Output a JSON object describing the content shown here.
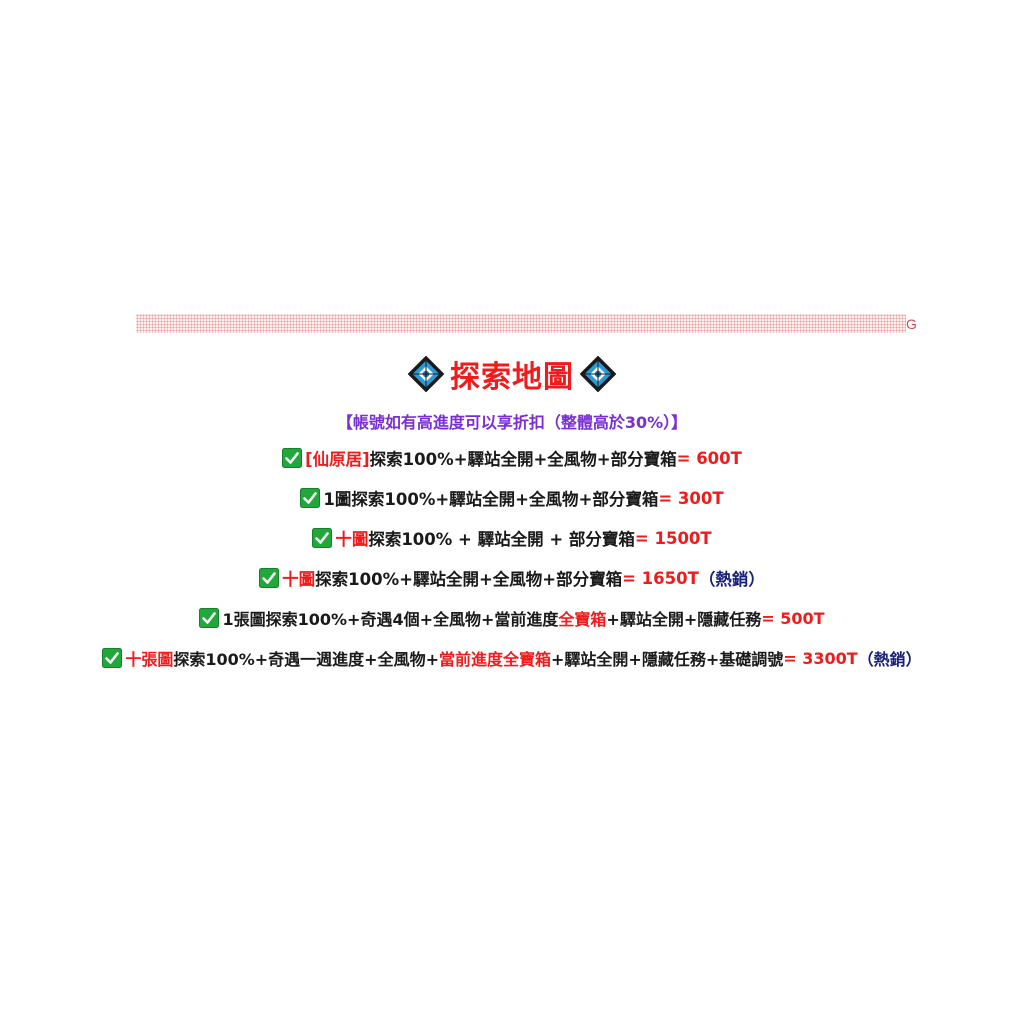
{
  "header": {
    "strip_letter": "G",
    "title": "探索地圖",
    "note": "【帳號如有高進度可以享折扣（整體高於30%）】"
  },
  "colors": {
    "title_red": "#ee1c1c",
    "note_purple": "#7a2fd2",
    "check_green": "#21a83a",
    "diamond_blue": "#2a9ad6",
    "navy": "#17207a"
  },
  "icons": {
    "check": "check-mark-button-icon",
    "diamond": "diamond-with-dot-icon"
  },
  "items": [
    {
      "red_prefix": "[仙原居]",
      "body": "探索100%+驛站全開+全風物+部分寶箱",
      "price": " = 600T"
    },
    {
      "body": "1圖探索100%+驛站全開+全風物+部分寶箱",
      "price": " = 300T"
    },
    {
      "red_prefix": "十圖",
      "body": "探索100% + 驛站全開 + 部分寶箱",
      "price": " = 1500T"
    },
    {
      "red_prefix": "十圖",
      "body": "探索100%+驛站全開+全風物+部分寶箱",
      "price": " = 1650T",
      "hot": " （熱銷）"
    },
    {
      "body_a": "1張圖探索100%+奇遇4個+全風物+當前進度",
      "red_mid": "全寶箱",
      "body_b": "+驛站全開+隱藏任務",
      "price": " = 500T"
    },
    {
      "red_prefix": "十張圖",
      "body_a": "探索100%+奇遇一週進度+全風物+",
      "red_mid": "當前進度全寶箱",
      "body_b": "+驛站全開+隱藏任務+基礎調號",
      "price": " = 3300T",
      "hot": " （熱銷）"
    }
  ]
}
